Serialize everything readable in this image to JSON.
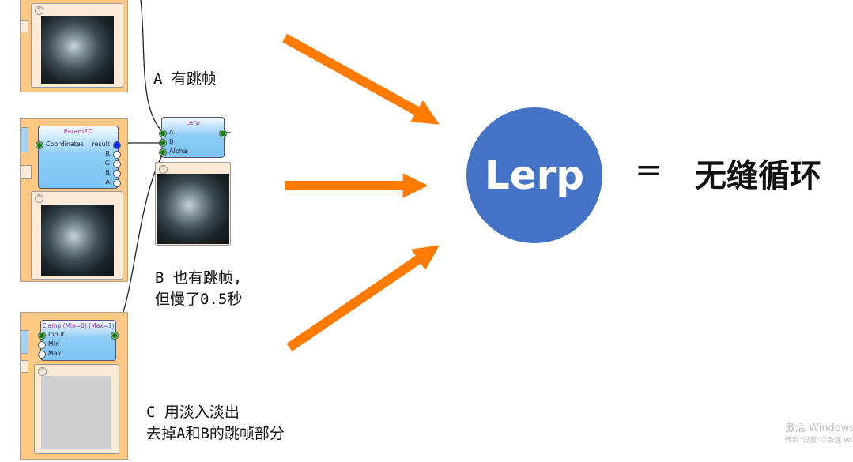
{
  "nodes": {
    "param2d": {
      "title": "Param2D",
      "inputs": [
        "Coordinates"
      ],
      "outputs": [
        "result",
        "R",
        "G",
        "B",
        "A"
      ]
    },
    "lerp": {
      "title": "Lerp",
      "inputs": [
        "A",
        "B",
        "Alpha"
      ]
    },
    "clamp": {
      "title": "Clamp (Min=0) (Max=1)",
      "inputs": [
        "Input",
        "Min",
        "Max"
      ]
    }
  },
  "annotations": {
    "a": "A 有跳帧",
    "b1": "B 也有跳帧,",
    "b2": "但慢了0.5秒",
    "c1": "C 用淡入淡出",
    "c2": "去掉A和B的跳帧部分"
  },
  "circle_label": "Lerp",
  "equals": "=",
  "result": "无缝循环",
  "watermark": {
    "line1": "激活 Windows",
    "line2": "转到\"设置\"以激活 Windows"
  },
  "colors": {
    "arrow": "#ff7a00",
    "circle": "#4472c4",
    "panel": "#fdc784"
  }
}
